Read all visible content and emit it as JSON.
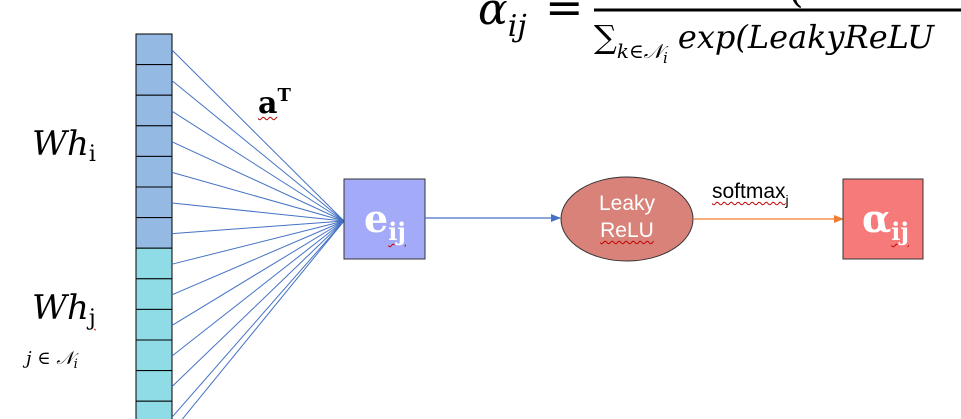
{
  "formula": {
    "lhs_symbol": "α",
    "lhs_sub": "ij",
    "equals": "=",
    "denominator_sum": "∑",
    "denominator_sum_sub": "k∈𝒩",
    "denominator_sum_sub_i": "i",
    "denominator_text": "exp(LeakyReLU"
  },
  "labels": {
    "wh_i_main": "Wh",
    "wh_i_sub": "i",
    "wh_j_main": "Wh",
    "wh_j_sub": "j",
    "j_in_n": "j ∈ 𝒩",
    "j_in_n_sub": "i",
    "a_t_main": "a",
    "a_t_sup": "T",
    "softmax_main": "softmax",
    "softmax_sub": "j"
  },
  "nodes": {
    "e_ij": {
      "main": "e",
      "sub": "ij",
      "color": "#a3aaf7"
    },
    "leaky_relu": {
      "line1": "Leaky",
      "line2": "ReLU",
      "color": "#d9827a"
    },
    "alpha_ij": {
      "main": "α",
      "sub": "ij",
      "color": "#f77a7a"
    }
  },
  "vector": {
    "upper_color": "#94b9e3",
    "lower_color": "#8fdce6",
    "upper_cells": 7,
    "lower_cells": 6
  },
  "colors": {
    "fan_lines": "#4472c4",
    "arrow_blue": "#4472c4",
    "arrow_orange": "#ed7d31"
  }
}
